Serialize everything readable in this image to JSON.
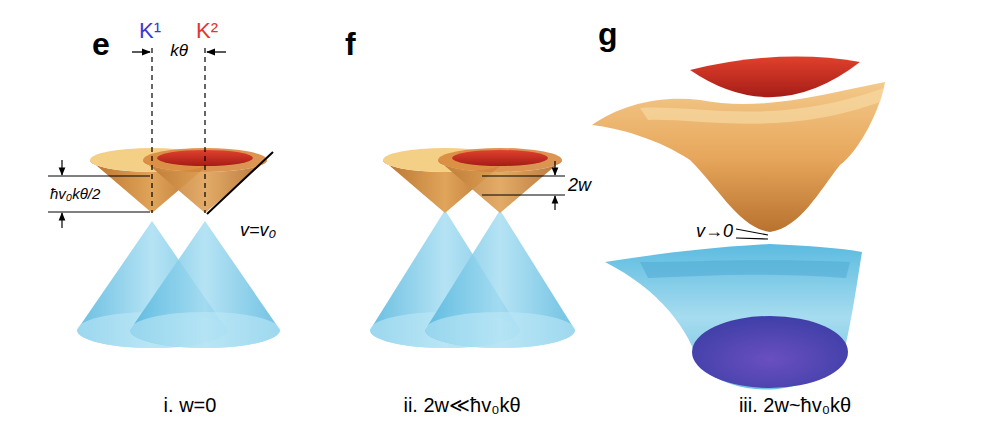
{
  "diagram": {
    "labels": [
      "e",
      "K¹",
      "K²",
      "kθ",
      "ħv₀kθ/2",
      "v=v₀",
      "i. w=0",
      "f",
      "2w",
      "ii. 2w≪ħv₀kθ",
      "g",
      "v→0",
      "iii. 2w~ħv₀kθ"
    ]
  }
}
